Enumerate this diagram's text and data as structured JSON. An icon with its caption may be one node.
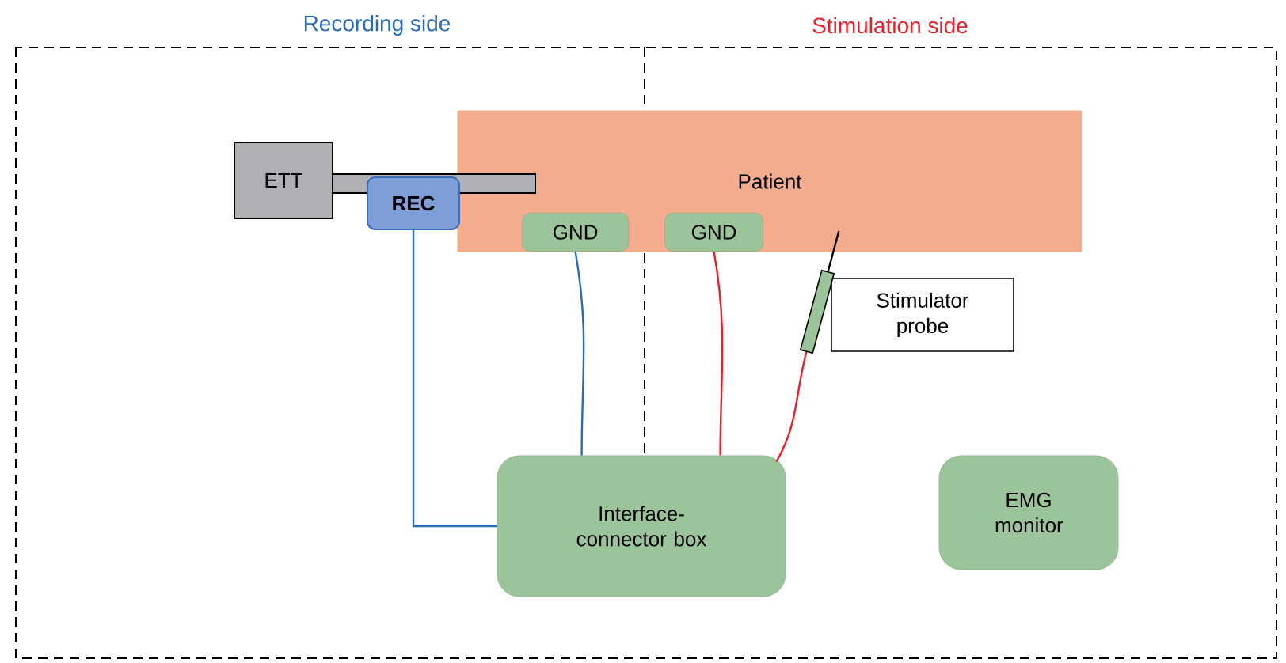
{
  "diagram": {
    "nodes": [
      {
        "text": [
          "Patient"
        ]
      },
      {
        "text": [
          "ETT"
        ]
      },
      {
        "text": [
          "**REC**"
        ]
      },
      {
        "text": [
          "GND"
        ],
        "in": 0
      },
      {
        "text": [
          "GND"
        ],
        "in": 0
      },
      {
        "text": [
          "Stimulator probe"
        ]
      },
      {
        "text": [],
        "shape": "bar"
      },
      {
        "text": [
          "Interface-connector box"
        ]
      },
      {
        "text": [
          "EMG monitor"
        ]
      }
    ],
    "edges": [
      {
        "from": 2,
        "to": 7,
        "arrow": "none",
        "color": "#2a6ab8"
      },
      {
        "from": 3,
        "to": 7,
        "arrow": "none",
        "color": "#2a6ab8"
      },
      {
        "from": 4,
        "to": 7,
        "arrow": "none",
        "color": "#e8202a"
      },
      {
        "from": 6,
        "to": 7,
        "arrow": "none",
        "color": "#e8202a"
      }
    ],
    "labels": [
      "Recording side",
      "Stimulation side"
    ]
  }
}
